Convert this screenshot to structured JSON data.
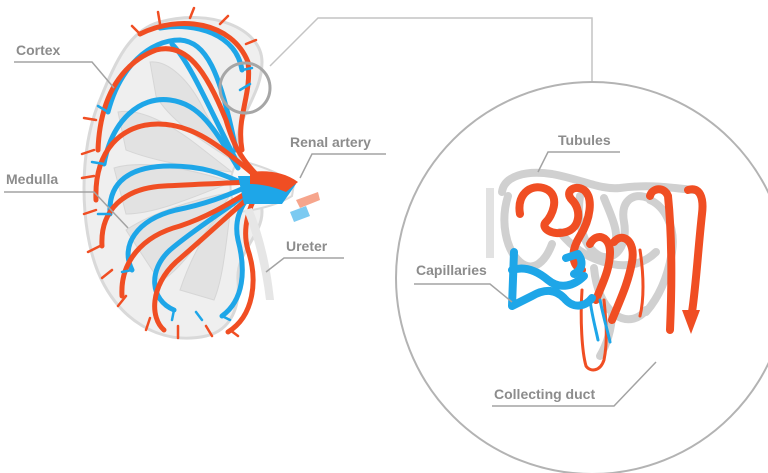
{
  "labels": {
    "cortex": "Cortex",
    "medulla": "Medulla",
    "renal_artery": "Renal artery",
    "ureter": "Ureter",
    "tubules": "Tubules",
    "capillaries": "Capillaries",
    "collecting_duct": "Collecting duct"
  },
  "colors": {
    "artery": "#f04e23",
    "vein": "#1ea6e8",
    "tissue": "#cccccc",
    "tissue_fill": "#efefef",
    "leader": "#9a9a9a",
    "label": "#8c8c8c"
  }
}
